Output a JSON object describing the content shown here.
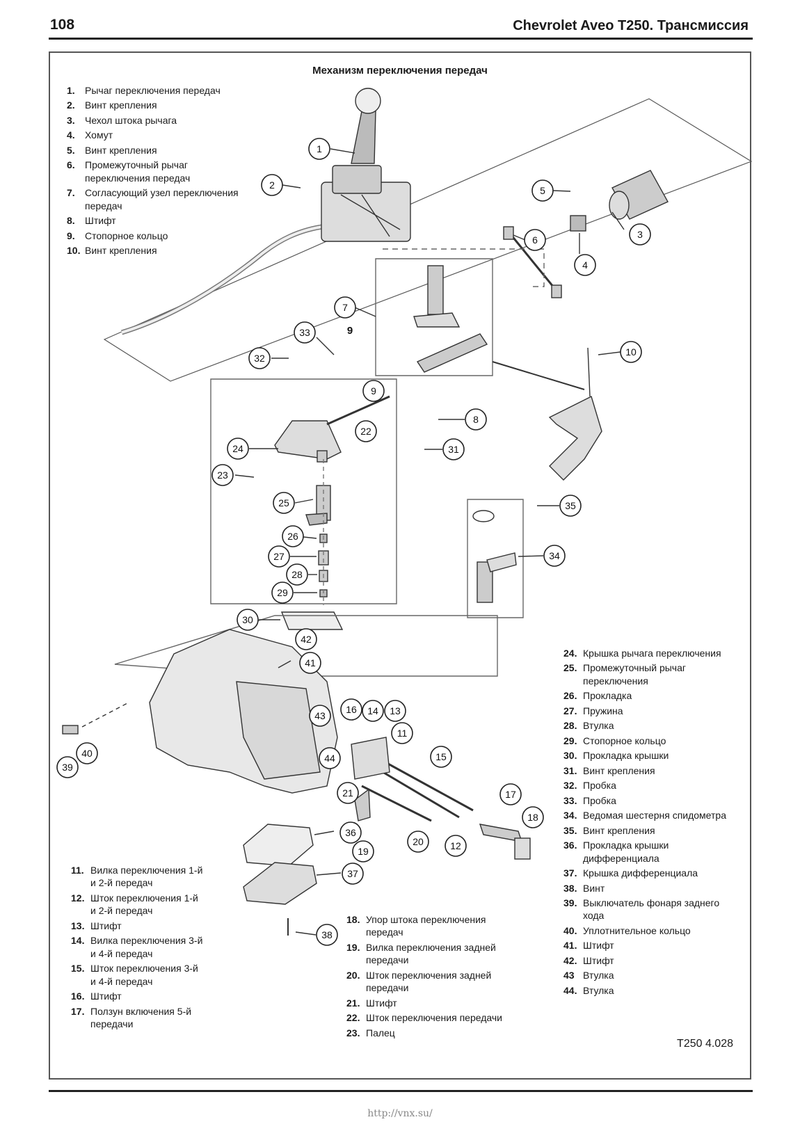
{
  "header": {
    "page_number": "108",
    "title": "Chevrolet Aveo T250. Трансмиссия"
  },
  "figure": {
    "title": "Механизм переключения передач",
    "code": "T250 4.028",
    "bold_label": "9",
    "callouts": [
      "1",
      "2",
      "3",
      "4",
      "5",
      "6",
      "7",
      "8",
      "9",
      "10",
      "11",
      "12",
      "13",
      "14",
      "15",
      "16",
      "17",
      "18",
      "19",
      "20",
      "21",
      "22",
      "23",
      "24",
      "25",
      "26",
      "27",
      "28",
      "29",
      "30",
      "31",
      "32",
      "33",
      "34",
      "35",
      "36",
      "37",
      "38",
      "39",
      "40",
      "41",
      "42",
      "43",
      "44"
    ]
  },
  "legend_a": [
    {
      "num": "1.",
      "text": "Рычаг переключения передач"
    },
    {
      "num": "2.",
      "text": "Винт крепления"
    },
    {
      "num": "3.",
      "text": "Чехол штока рычага"
    },
    {
      "num": "4.",
      "text": "Хомут"
    },
    {
      "num": "5.",
      "text": "Винт крепления"
    },
    {
      "num": "6.",
      "text": "Промежуточный рычаг переключения передач"
    },
    {
      "num": "7.",
      "text": "Согласующий узел переключения передач"
    },
    {
      "num": "8.",
      "text": "Штифт"
    },
    {
      "num": "9.",
      "text": "Стопорное кольцо"
    },
    {
      "num": "10.",
      "text": "Винт крепления"
    }
  ],
  "legend_b": [
    {
      "num": "11.",
      "text": "Вилка переключения 1-й и 2-й передач"
    },
    {
      "num": "12.",
      "text": "Шток переключения 1-й и 2-й передач"
    },
    {
      "num": "13.",
      "text": "Штифт"
    },
    {
      "num": "14.",
      "text": "Вилка переключения 3-й и 4-й передач"
    },
    {
      "num": "15.",
      "text": "Шток переключения 3-й и 4-й передач"
    },
    {
      "num": "16.",
      "text": "Штифт"
    },
    {
      "num": "17.",
      "text": "Ползун включения 5-й передачи"
    }
  ],
  "legend_c": [
    {
      "num": "18.",
      "text": "Упор штока переключения передач"
    },
    {
      "num": "19.",
      "text": "Вилка переключения задней передачи"
    },
    {
      "num": "20.",
      "text": "Шток переключения задней передачи"
    },
    {
      "num": "21.",
      "text": "Штифт"
    },
    {
      "num": "22.",
      "text": "Шток переключения передачи"
    },
    {
      "num": "23.",
      "text": "Палец"
    }
  ],
  "legend_d": [
    {
      "num": "24.",
      "text": "Крышка рычага переключения"
    },
    {
      "num": "25.",
      "text": "Промежуточный рычаг переключения"
    },
    {
      "num": "26.",
      "text": "Прокладка"
    },
    {
      "num": "27.",
      "text": "Пружина"
    },
    {
      "num": "28.",
      "text": "Втулка"
    },
    {
      "num": "29.",
      "text": "Стопорное кольцо"
    },
    {
      "num": "30.",
      "text": "Прокладка крышки"
    },
    {
      "num": "31.",
      "text": "Винт крепления"
    },
    {
      "num": "32.",
      "text": "Пробка"
    },
    {
      "num": "33.",
      "text": "Пробка"
    },
    {
      "num": "34.",
      "text": "Ведомая шестерня спидометра"
    },
    {
      "num": "35.",
      "text": "Винт крепления"
    },
    {
      "num": "36.",
      "text": "Прокладка крышки дифференциала"
    },
    {
      "num": "37.",
      "text": "Крышка дифференциала"
    },
    {
      "num": "38.",
      "text": "Винт"
    },
    {
      "num": "39.",
      "text": "Выключатель фонаря заднего хода"
    },
    {
      "num": "40.",
      "text": "Уплотнительное кольцо"
    },
    {
      "num": "41.",
      "text": "Штифт"
    },
    {
      "num": "42.",
      "text": "Штифт"
    },
    {
      "num": "43",
      "text": "Втулка"
    },
    {
      "num": "44.",
      "text": "Втулка"
    }
  ],
  "footer": {
    "url": "http://vnx.su/"
  }
}
